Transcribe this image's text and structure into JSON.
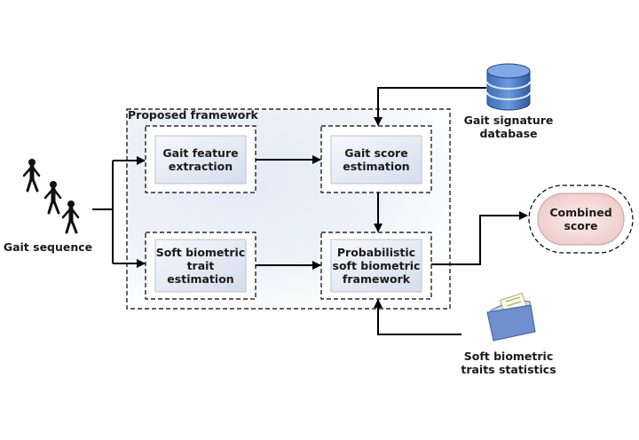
{
  "framework": {
    "title": "Proposed framework"
  },
  "input": {
    "label": "Gait sequence"
  },
  "nodes": {
    "gait_feature": "Gait feature\nextraction",
    "gait_score": "Gait score\nestimation",
    "soft_trait": "Soft biometric\ntrait\nestimation",
    "probabilistic": "Probabilistic\nsoft biometric\nframework",
    "combined": "Combined\nscore"
  },
  "resources": {
    "database": "Gait signature\ndatabase",
    "statistics": "Soft biometric\ntraits statistics"
  },
  "icons": {
    "walkers": "walking-person-icon",
    "database": "database-icon",
    "folder": "folder-icon"
  },
  "colors": {
    "frame_fill": "#e9eef6",
    "box_fill": "#dfe7f3",
    "database_blue": "#4f7ec2",
    "combined_fill": "#f3d6d3",
    "folder_blue": "#6f8fcf"
  }
}
